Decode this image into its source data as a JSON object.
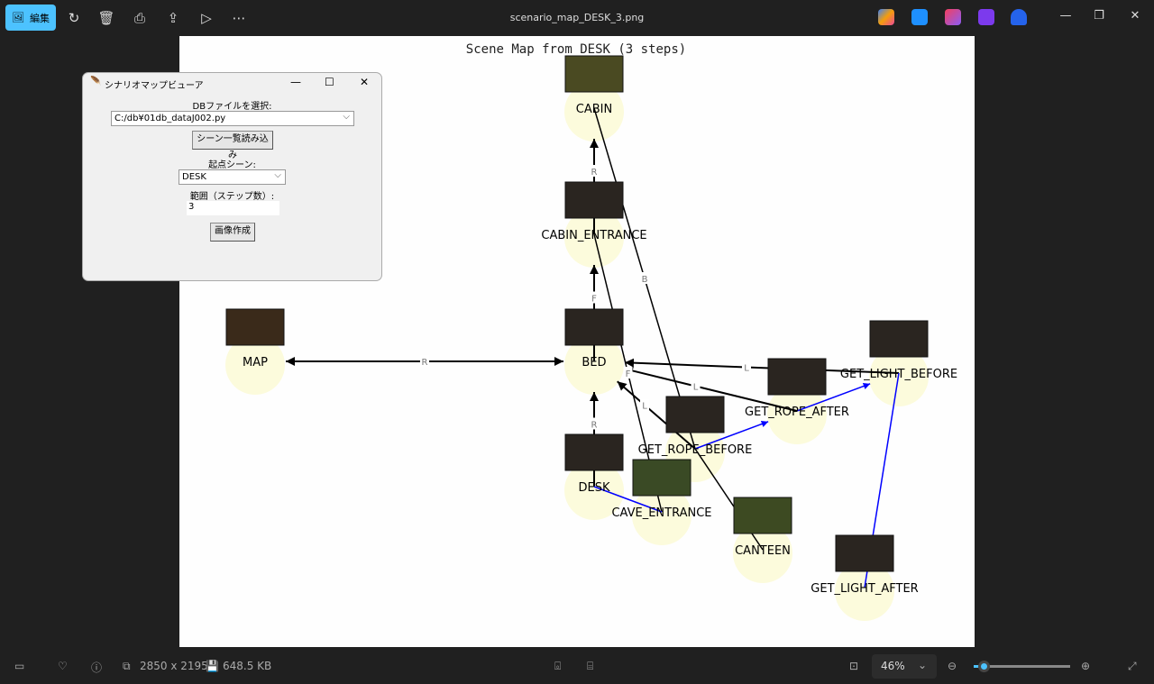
{
  "toolbar": {
    "edit_label": "編集",
    "file_title": "scenario_map_DESK_3.png"
  },
  "graph": {
    "title": "Scene Map from DESK (3 steps)",
    "nodes": [
      "CABIN",
      "CABIN_ENTRANCE",
      "BED",
      "MAP",
      "DESK",
      "CAVE_ENTRANCE",
      "GET_ROPE_BEFORE",
      "GET_ROPE_AFTER",
      "GET_LIGHT_BEFORE",
      "CANTEEN",
      "GET_LIGHT_AFTER"
    ],
    "edges": [
      {
        "from": "DESK",
        "to": "BED",
        "label": "R",
        "color": "#000000"
      },
      {
        "from": "BED",
        "to": "CABIN_ENTRANCE",
        "label": "F",
        "color": "#000000"
      },
      {
        "from": "CABIN_ENTRANCE",
        "to": "CABIN",
        "label": "R",
        "color": "#000000"
      },
      {
        "from": "BED",
        "to": "MAP",
        "label": "R",
        "color": "#000000",
        "both": true
      },
      {
        "from": "GET_LIGHT_BEFORE",
        "to": "BED",
        "label": "L",
        "color": "#000000"
      },
      {
        "from": "GET_ROPE_AFTER",
        "to": "BED",
        "label": "L",
        "color": "#000000"
      },
      {
        "from": "GET_ROPE_BEFORE",
        "to": "BED",
        "label": "L",
        "color": "#000000"
      },
      {
        "from": "CABIN",
        "to": "GET_ROPE_BEFORE",
        "label": "B",
        "color": "#000000",
        "noarrow": true
      },
      {
        "from": "CABIN_ENTRANCE",
        "to": "CAVE_ENTRANCE",
        "label": "F",
        "color": "#000000",
        "noarrow": true
      },
      {
        "from": "GET_ROPE_BEFORE",
        "to": "CANTEEN",
        "label": "",
        "color": "#000000",
        "noarrow": true
      },
      {
        "from": "DESK",
        "to": "CAVE_ENTRANCE",
        "label": "",
        "color": "#0000ff",
        "noarrow": true
      },
      {
        "from": "GET_ROPE_BEFORE",
        "to": "GET_ROPE_AFTER",
        "label": "",
        "color": "#0000ff"
      },
      {
        "from": "GET_ROPE_AFTER",
        "to": "GET_LIGHT_BEFORE",
        "label": "",
        "color": "#0000ff"
      },
      {
        "from": "GET_LIGHT_AFTER",
        "to": "GET_LIGHT_BEFORE",
        "label": "",
        "color": "#0000ff",
        "noarrow": true
      }
    ]
  },
  "dialog": {
    "title": "シナリオマップビューア",
    "db_label": "DBファイルを選択:",
    "db_value": "C:/db¥01db_dataJ002.py",
    "load_button": "シーン一覧読み込み",
    "start_label": "起点シーン:",
    "start_value": "DESK",
    "range_label": "範囲（ステップ数）:",
    "range_value": "3",
    "create_button": "画像作成"
  },
  "status": {
    "dimensions": "2850 x 2195",
    "file_size": "648.5 KB",
    "zoom": "46%",
    "zoom_fraction": 0.1
  }
}
